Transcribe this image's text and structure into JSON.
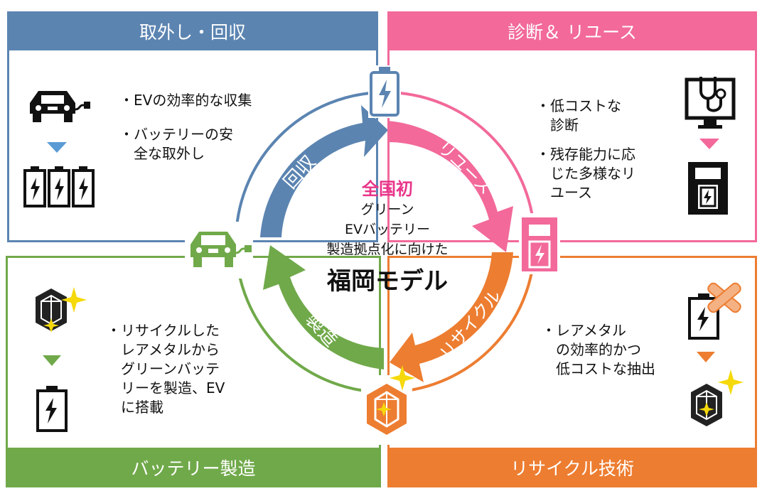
{
  "quadrants": {
    "collect": {
      "title": "取外し・回収",
      "bullets": [
        "・EVの効率的な収集",
        "・バッテリーの安\n　全な取外し"
      ],
      "color": "#5b84b1"
    },
    "diagnose": {
      "title": "診断＆ リユース",
      "bullets": [
        "・低コストな\n　診断",
        "・残存能力に応\n　じた多様なリ\n　ユース"
      ],
      "color": "#f2699a"
    },
    "manufacture": {
      "title": "バッテリー製造",
      "bullets": [
        "・リサイクルした\n　レアメタルから\n　グリーンバッテ\n　リーを製造、EV\n　に搭載"
      ],
      "color": "#70a94a"
    },
    "recycle": {
      "title": "リサイクル技術",
      "bullets": [
        "・レアメタル\n　の効率的かつ\n　低コストな抽出"
      ],
      "color": "#ed7d31"
    }
  },
  "cycle": {
    "collect": "回収",
    "reuse": "リユース",
    "recycle": "リサイクル",
    "manufacture": "製造"
  },
  "center": {
    "highlight": "全国初",
    "line1": "グリーン",
    "line2": "EVバッテリー",
    "line3": "製造拠点化に向けた",
    "title": "福岡モデル",
    "highlight_color": "#e8358a"
  }
}
